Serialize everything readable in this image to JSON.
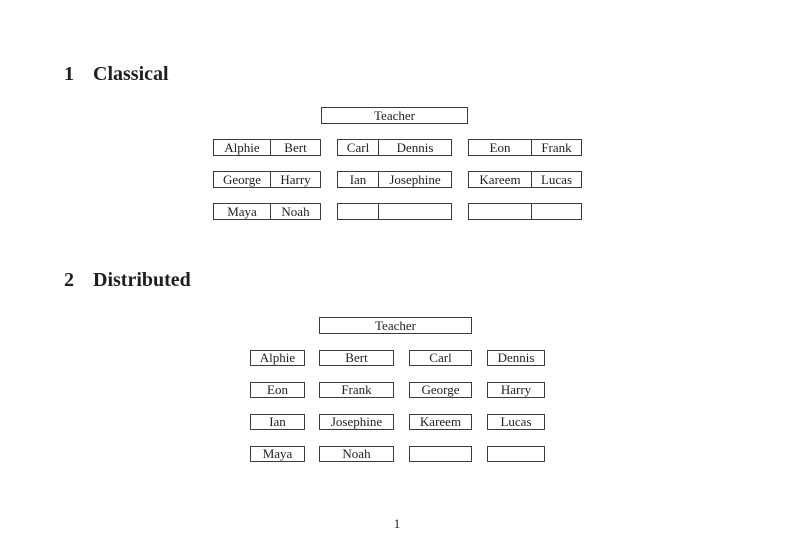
{
  "page_number": "1",
  "colors": {
    "text": "#1f1f1f",
    "border": "#3c3c3c",
    "background": "#ffffff"
  },
  "sections": [
    {
      "number": "1",
      "title": "Classical",
      "teacher_label": "Teacher",
      "desks": [
        [
          {
            "left": "Alphie",
            "right": "Bert"
          },
          {
            "left": "Carl",
            "right": "Dennis"
          },
          {
            "left": "Eon",
            "right": "Frank"
          }
        ],
        [
          {
            "left": "George",
            "right": "Harry"
          },
          {
            "left": "Ian",
            "right": "Josephine"
          },
          {
            "left": "Kareem",
            "right": "Lucas"
          }
        ],
        [
          {
            "left": "Maya",
            "right": "Noah"
          },
          {
            "left": "",
            "right": ""
          },
          {
            "left": "",
            "right": ""
          }
        ]
      ]
    },
    {
      "number": "2",
      "title": "Distributed",
      "teacher_label": "Teacher",
      "desks": [
        [
          "Alphie",
          "Bert",
          "Carl",
          "Dennis"
        ],
        [
          "Eon",
          "Frank",
          "George",
          "Harry"
        ],
        [
          "Ian",
          "Josephine",
          "Kareem",
          "Lucas"
        ],
        [
          "Maya",
          "Noah",
          "",
          ""
        ]
      ]
    }
  ]
}
